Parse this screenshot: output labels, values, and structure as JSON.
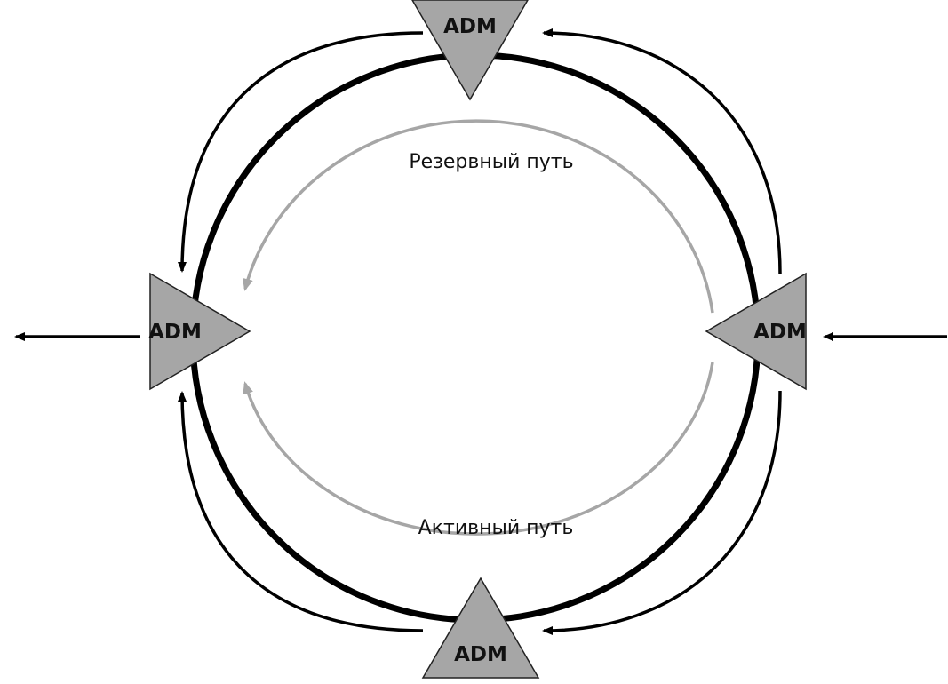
{
  "diagram": {
    "nodes": {
      "top": {
        "label": "ADM"
      },
      "left": {
        "label": "ADM"
      },
      "right": {
        "label": "ADM"
      },
      "bottom": {
        "label": "ADM"
      }
    },
    "paths": {
      "backup": {
        "label": "Резервный путь"
      },
      "active": {
        "label": "Активный путь"
      }
    },
    "colors": {
      "ring": "#000000",
      "node_fill": "#a6a6a6",
      "inner_path": "#a6a6a6",
      "arrow": "#000000",
      "text": "#111111"
    }
  }
}
